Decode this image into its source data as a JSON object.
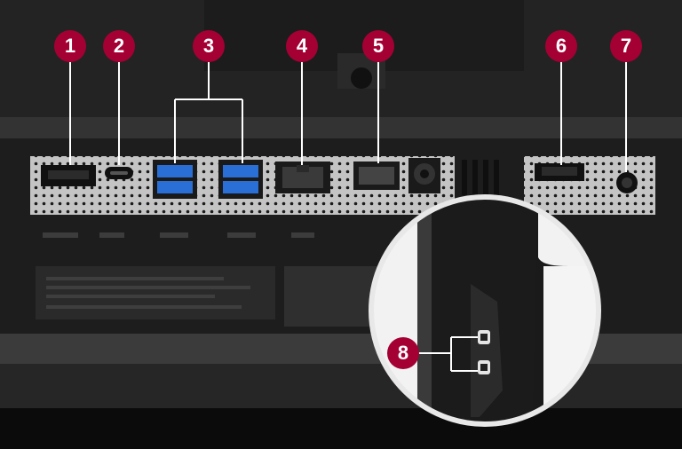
{
  "markers": [
    {
      "id": "1"
    },
    {
      "id": "2"
    },
    {
      "id": "3"
    },
    {
      "id": "4"
    },
    {
      "id": "5"
    },
    {
      "id": "6"
    },
    {
      "id": "7"
    },
    {
      "id": "8"
    }
  ],
  "colors": {
    "marker_fill": "#a50034",
    "marker_text": "#ffffff",
    "bezel": "#2a2a2a",
    "port_plate": "#b9b9b9"
  }
}
